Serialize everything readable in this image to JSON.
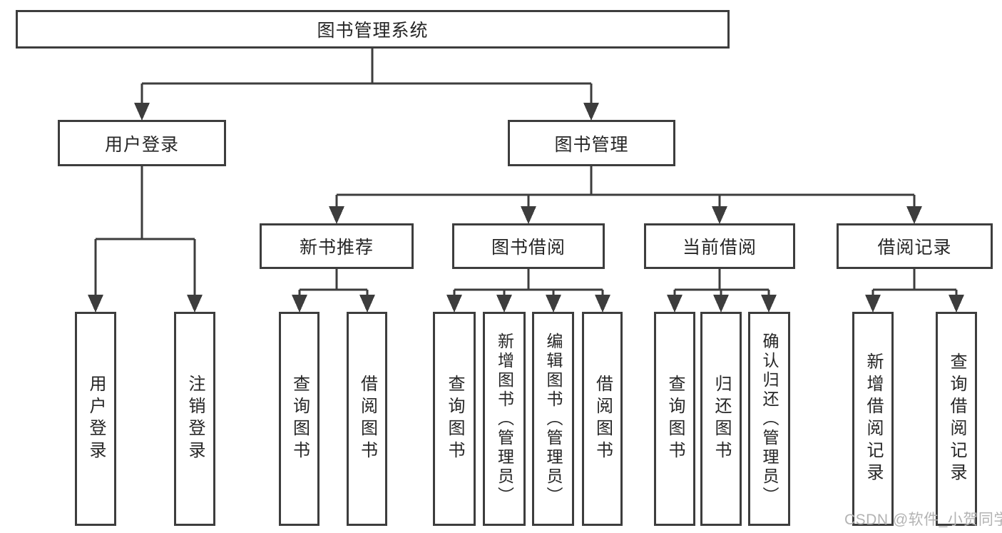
{
  "diagram": {
    "tree": {
      "label": "图书管理系统",
      "children": [
        {
          "label": "用户登录",
          "children": [
            {
              "label": "用户登录"
            },
            {
              "label": "注销登录"
            }
          ]
        },
        {
          "label": "图书管理",
          "children": [
            {
              "label": "新书推荐",
              "children": [
                {
                  "label": "查询图书"
                },
                {
                  "label": "借阅图书"
                }
              ]
            },
            {
              "label": "图书借阅",
              "children": [
                {
                  "label": "查询图书"
                },
                {
                  "label": "新增图书（管理员）"
                },
                {
                  "label": "编辑图书（管理员）"
                },
                {
                  "label": "借阅图书"
                }
              ]
            },
            {
              "label": "当前借阅",
              "children": [
                {
                  "label": "查询图书"
                },
                {
                  "label": "归还图书"
                },
                {
                  "label": "确认归还（管理员）"
                }
              ]
            },
            {
              "label": "借阅记录",
              "children": [
                {
                  "label": "新增借阅记录"
                },
                {
                  "label": "查询借阅记录"
                }
              ]
            }
          ]
        }
      ]
    },
    "watermark": {
      "text": "CSDN @软件_小贺同学"
    },
    "colors": {
      "line": "#3d3d3d",
      "text": "#262626",
      "watermark": "#b3b3b3",
      "background": "#ffffff"
    }
  }
}
